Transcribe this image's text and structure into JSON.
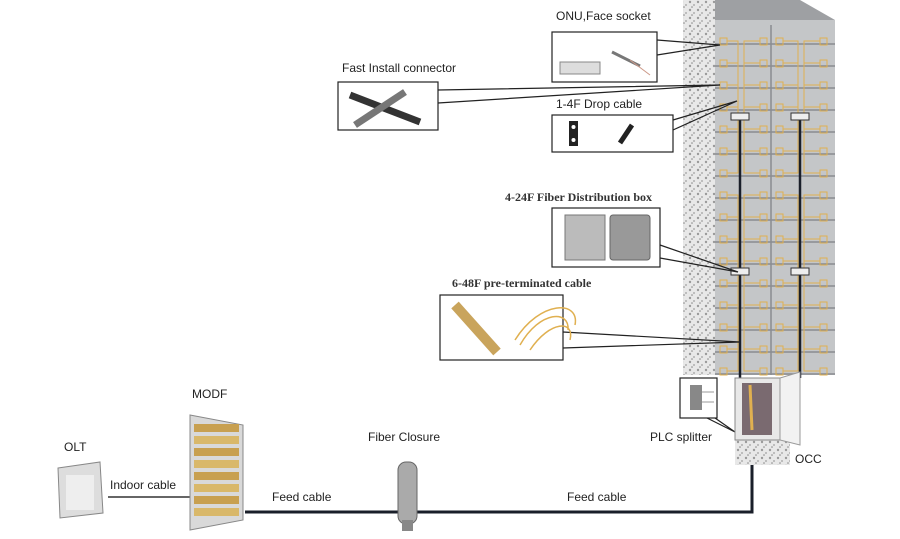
{
  "labels": {
    "onu": "ONU,Face socket",
    "fast_connector": "Fast Install connector",
    "drop_cable": "1-4F Drop cable",
    "distribution_box": "4-24F Fiber Distribution  box",
    "pre_terminated": "6-48F pre-terminated  cable",
    "plc_splitter": "PLC splitter",
    "occ": "OCC",
    "olt": "OLT",
    "indoor_cable": "Indoor cable",
    "modf": "MODF",
    "fiber_closure": "Fiber Closure",
    "feed_cable_1": "Feed cable",
    "feed_cable_2": "Feed cable"
  },
  "colors": {
    "fiber": "#e0b050",
    "building": "#c4c6c8",
    "cable": "#1a1f2a",
    "callout": "#222222"
  }
}
